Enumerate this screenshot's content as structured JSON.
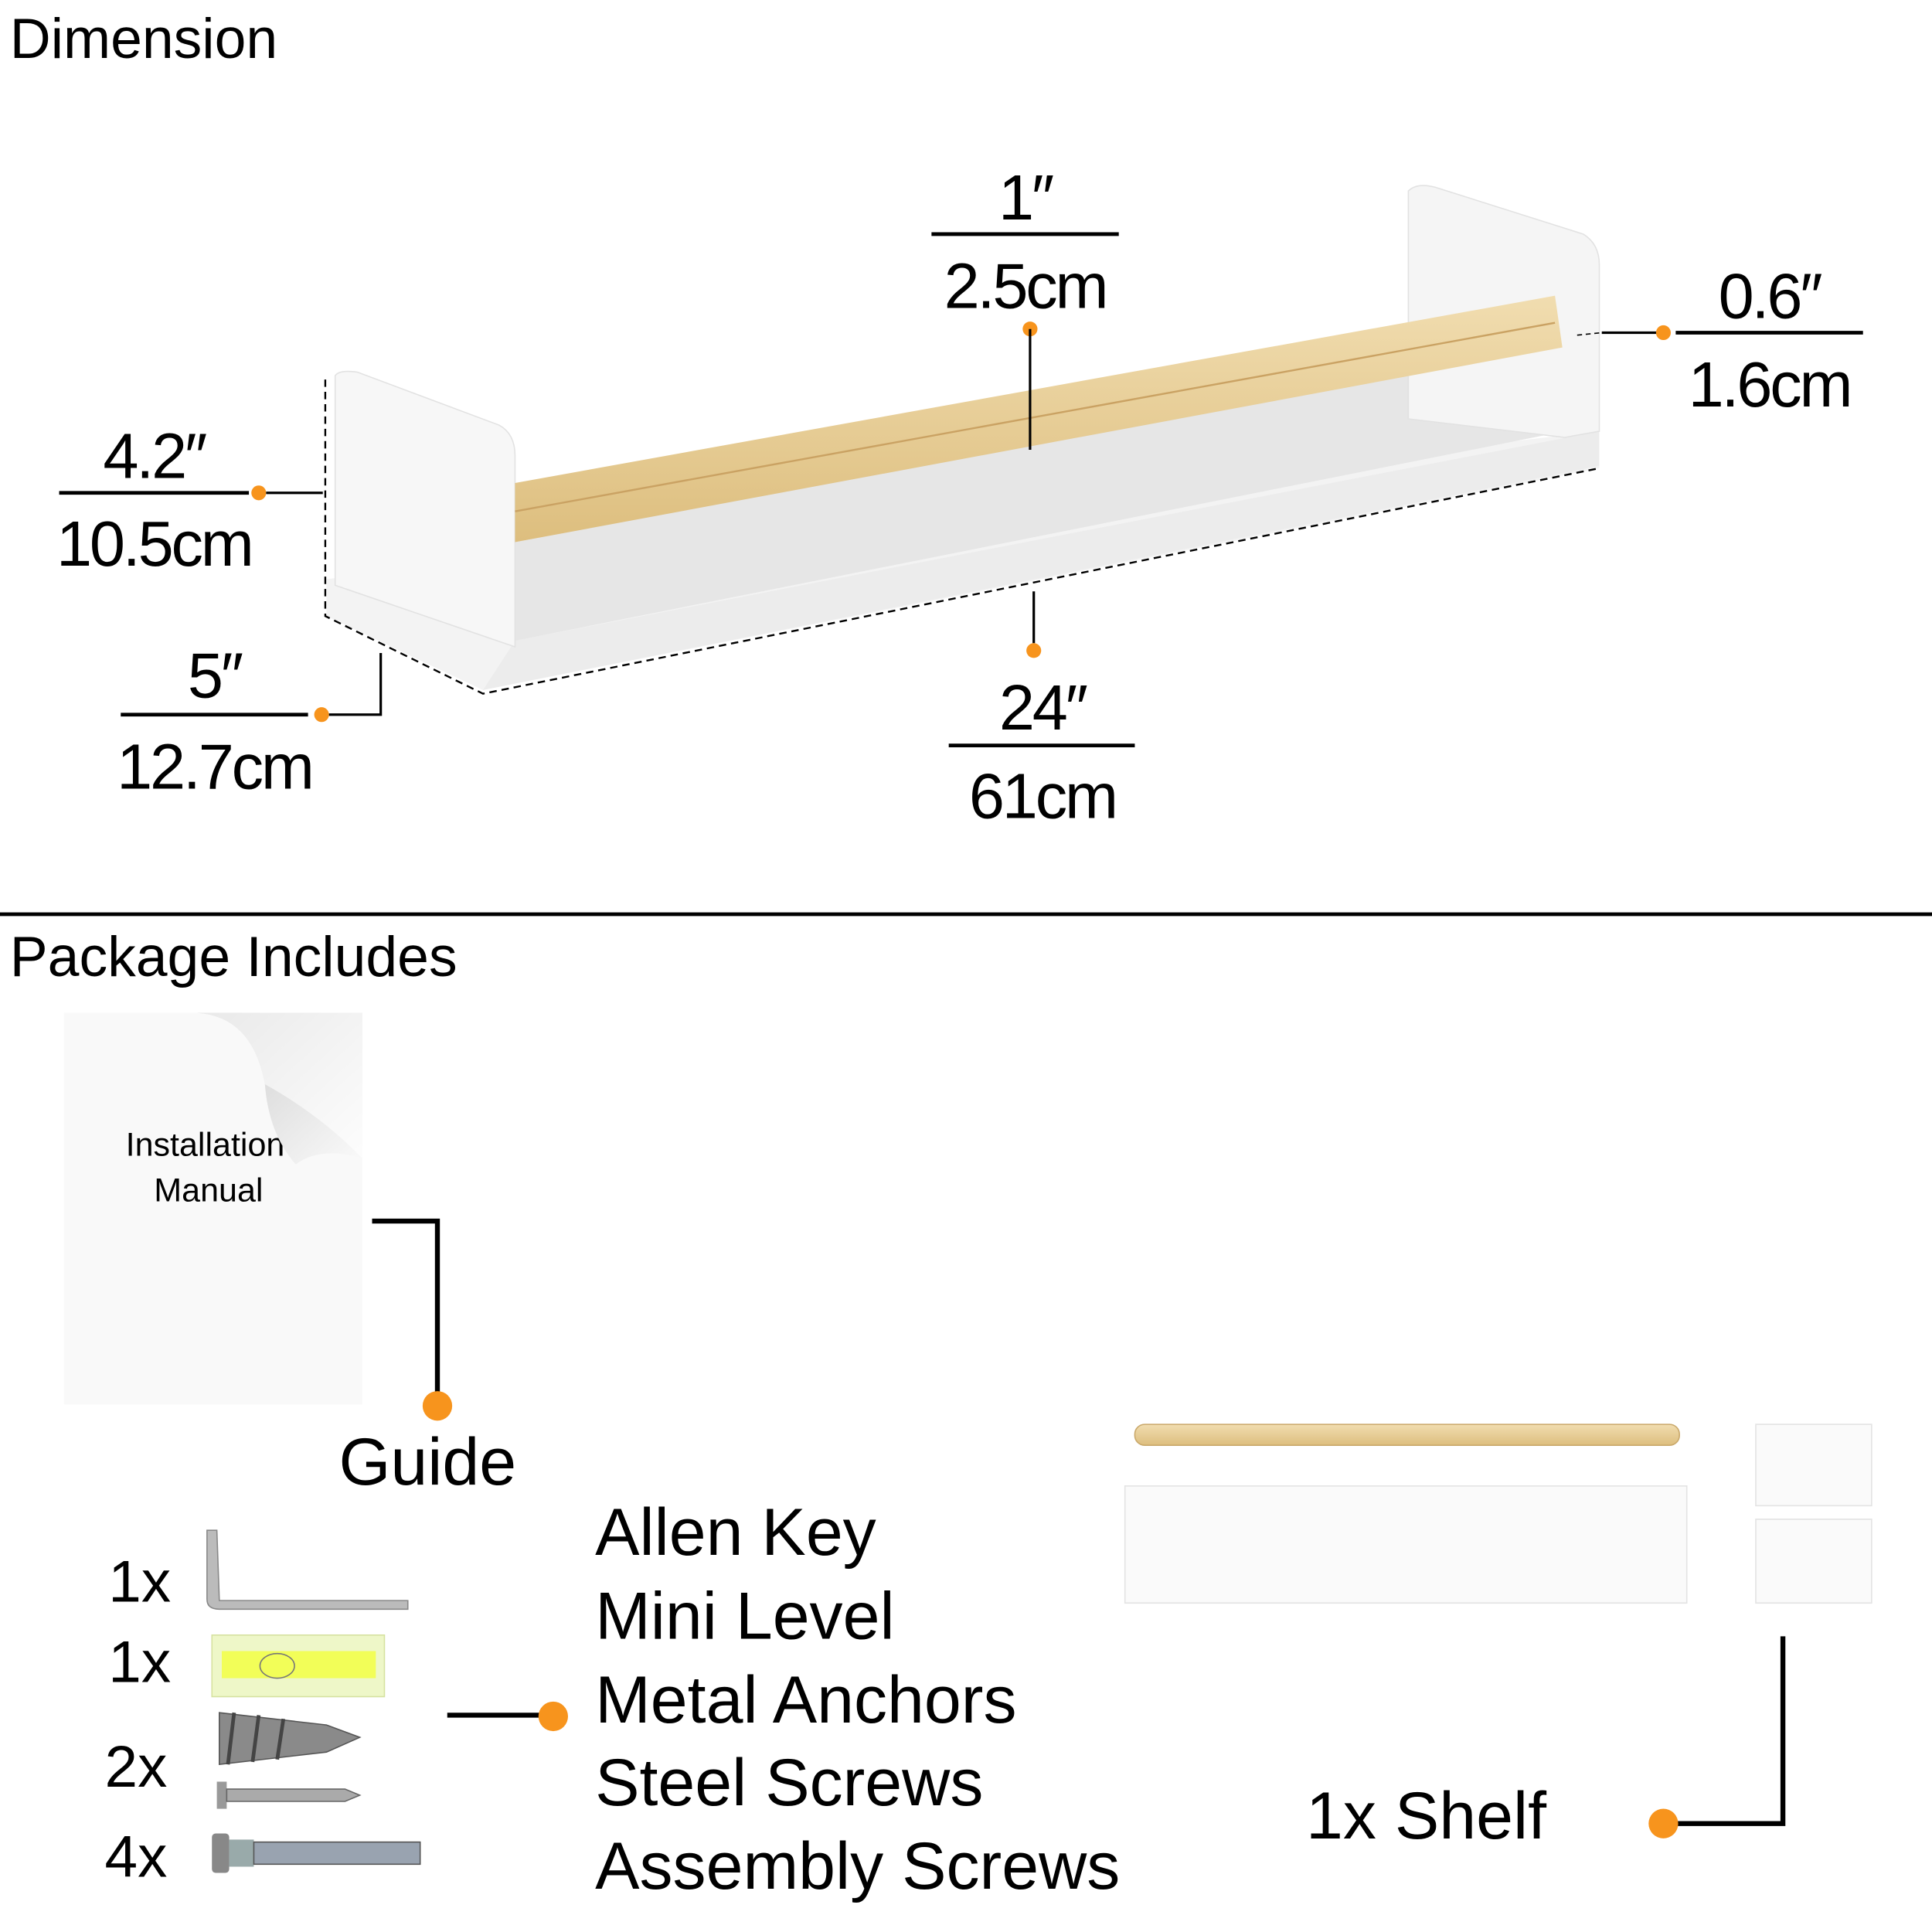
{
  "sections": {
    "dimension_title": "Dimension",
    "package_title": "Package Includes"
  },
  "dimensions": {
    "rail_thickness": {
      "imperial": "1″",
      "metric": "2.5cm"
    },
    "rail_diameter": {
      "imperial": "0.6″",
      "metric": "1.6cm"
    },
    "height": {
      "imperial": "4.2″",
      "metric": "10.5cm"
    },
    "depth": {
      "imperial": "5″",
      "metric": "12.7cm"
    },
    "length": {
      "imperial": "24″",
      "metric": "61cm"
    }
  },
  "package": {
    "manual": {
      "line1": "Installation",
      "line2": "Manual",
      "label": "Guide"
    },
    "hardware": [
      {
        "qty": "1x",
        "name": "Allen Key"
      },
      {
        "qty": "1x",
        "name": "Mini Level"
      },
      {
        "qty": "2x",
        "name": "Metal Anchors"
      },
      {
        "qty": "",
        "name": "Steel Screws"
      },
      {
        "qty": "4x",
        "name": "Assembly Screws"
      }
    ],
    "shelf": {
      "label": "1x Shelf"
    }
  },
  "colors": {
    "accent": "#F7941D",
    "wood": "#E8CF98",
    "line": "#000000"
  }
}
